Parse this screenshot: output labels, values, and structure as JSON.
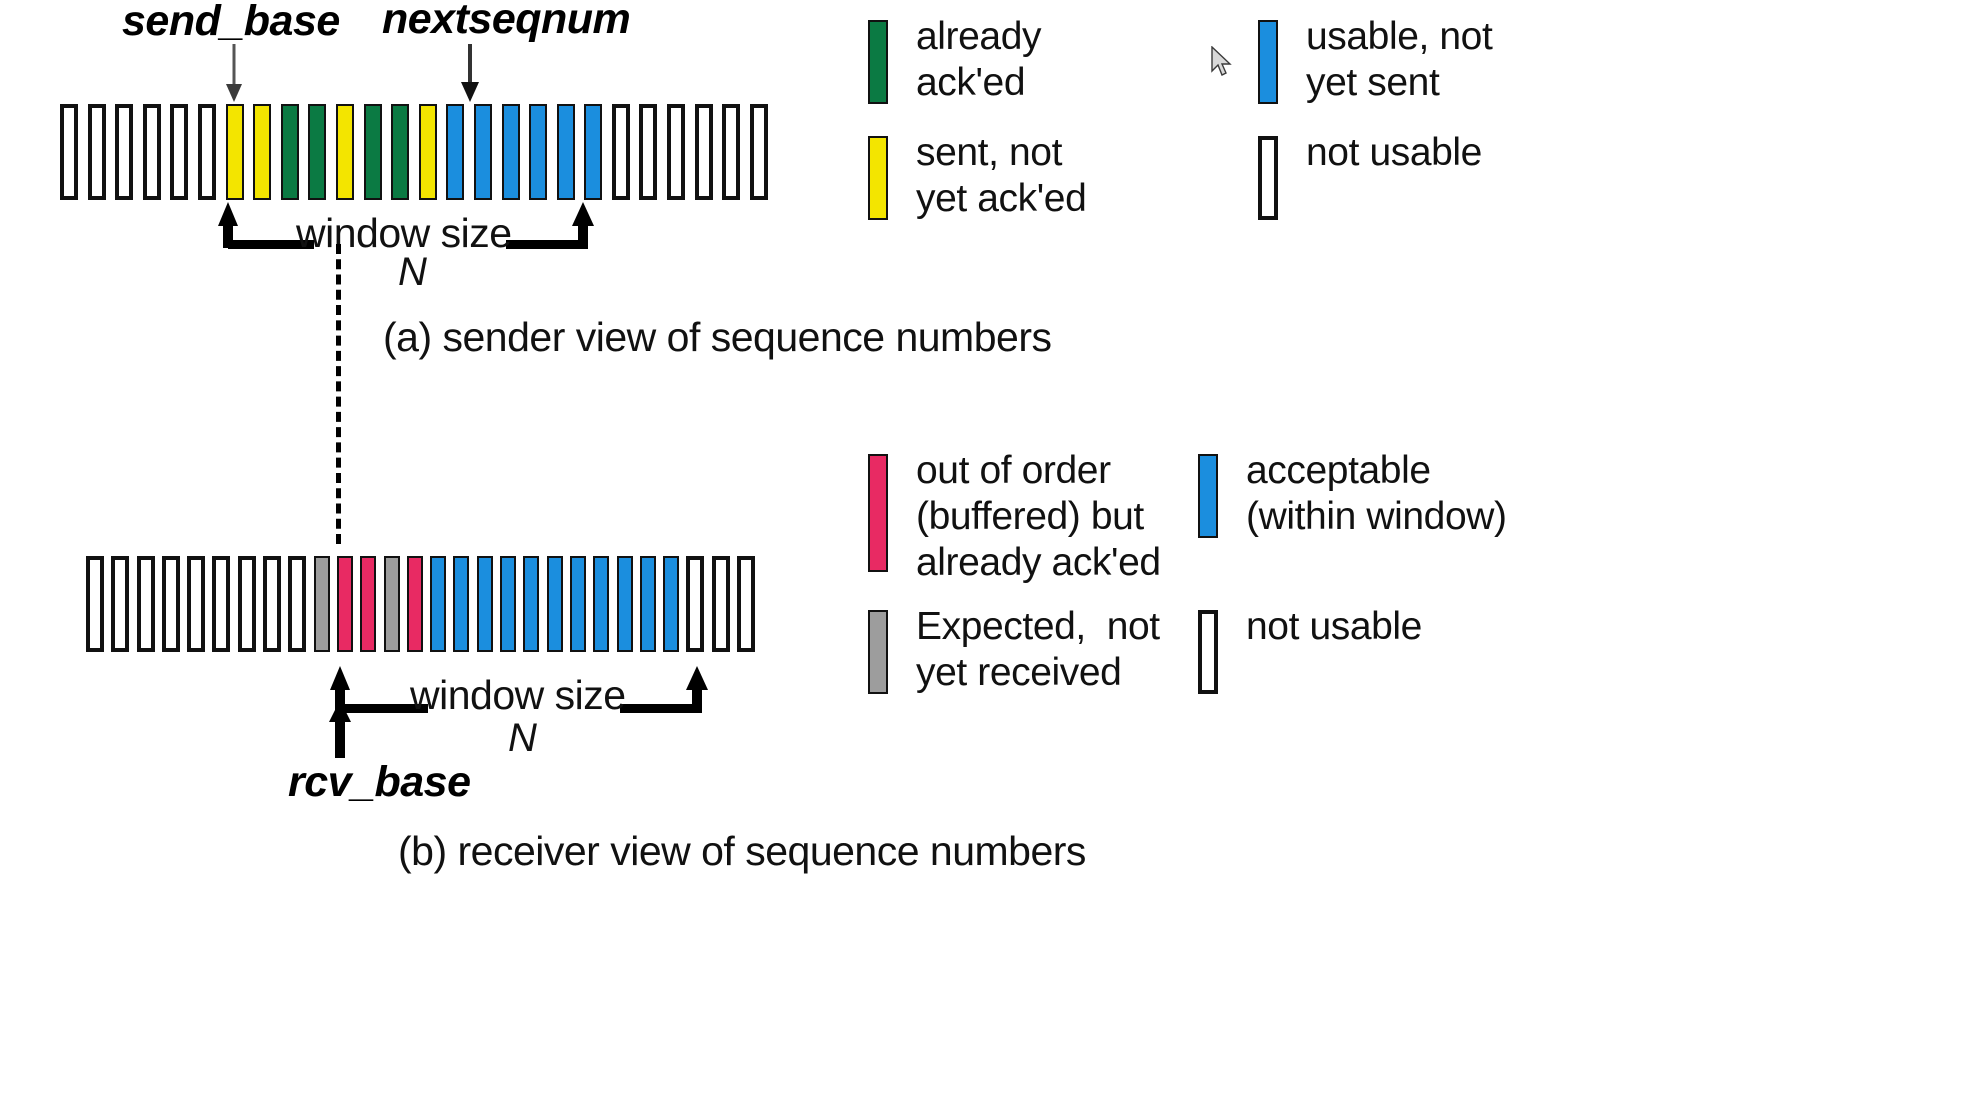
{
  "colors": {
    "green": "#0b7a43",
    "yellow": "#f3e500",
    "blue": "#1b8ede",
    "pink": "#e82a63",
    "gray": "#9d9d9d",
    "white": "#ffffff",
    "outline": "#111111",
    "background": "#ffffff"
  },
  "sender": {
    "marker_left_label": "send_base",
    "marker_right_label": "nextseqnum",
    "window_label": "window size",
    "window_n": "N",
    "caption": "(a) sender view of sequence numbers",
    "cells": [
      "white",
      "white",
      "white",
      "white",
      "white",
      "white",
      "yellow",
      "yellow",
      "green",
      "green",
      "yellow",
      "green",
      "green",
      "yellow",
      "blue",
      "blue",
      "blue",
      "blue",
      "blue",
      "blue",
      "white",
      "white",
      "white",
      "white",
      "white",
      "white"
    ],
    "legend": [
      {
        "color": "green",
        "lines": [
          "already",
          "ack'ed"
        ],
        "name": "already-acked"
      },
      {
        "color": "blue",
        "lines": [
          "usable, not",
          "yet sent"
        ],
        "name": "usable-not-yet-sent"
      },
      {
        "color": "yellow",
        "lines": [
          "sent, not",
          "yet ack'ed"
        ],
        "name": "sent-not-yet-acked"
      },
      {
        "color": "white",
        "lines": [
          "not usable"
        ],
        "name": "not-usable"
      }
    ]
  },
  "receiver": {
    "marker_label": "rcv_base",
    "window_label": "window size",
    "window_n": "N",
    "caption": "(b) receiver view of sequence numbers",
    "cells": [
      "white",
      "white",
      "white",
      "white",
      "white",
      "white",
      "white",
      "white",
      "white",
      "gray",
      "pink",
      "pink",
      "gray",
      "pink",
      "blue",
      "blue",
      "blue",
      "blue",
      "blue",
      "blue",
      "blue",
      "blue",
      "blue",
      "blue",
      "blue",
      "white",
      "white",
      "white"
    ],
    "legend": [
      {
        "color": "pink",
        "lines": [
          "out of order",
          "(buffered) but",
          "already ack'ed"
        ],
        "name": "out-of-order-buffered"
      },
      {
        "color": "blue",
        "lines": [
          "acceptable",
          "(within window)"
        ],
        "name": "acceptable-within-window"
      },
      {
        "color": "gray",
        "lines": [
          "Expected,  not",
          "yet received"
        ],
        "name": "expected-not-yet-received"
      },
      {
        "color": "white",
        "lines": [
          "not usable"
        ],
        "name": "not-usable"
      }
    ]
  }
}
